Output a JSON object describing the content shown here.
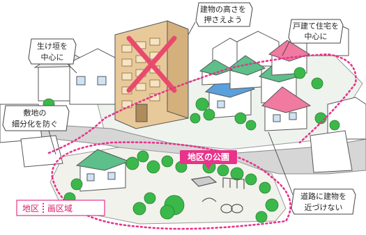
{
  "callouts": {
    "building_height_line1": "建物の高さを",
    "building_height_line2": "押さえよう",
    "detached_line1": "戸建て住宅を",
    "detached_line2": "中心に",
    "fence_line1": "生け垣を",
    "fence_line2": "中心に",
    "lot_line1": "敷地の",
    "lot_line2": "細分化を防ぐ",
    "road_line1": "道路に建物を",
    "road_line2": "近づけない"
  },
  "park_label": "地区の公園",
  "legend": {
    "label_part1": "地区",
    "label_part2": "画区域"
  },
  "colors": {
    "boundary": "#e8338a",
    "park_label_bg": "#e8338a",
    "legend_border": "#e8338a",
    "building_main": "#e8c99a",
    "cross": "#e84a6e",
    "roof_blue": "#5aa0dc",
    "roof_green": "#5dbf8a",
    "roof_pink": "#f07aa0",
    "tree": "#3ab94a",
    "road": "#d4d4d4"
  }
}
